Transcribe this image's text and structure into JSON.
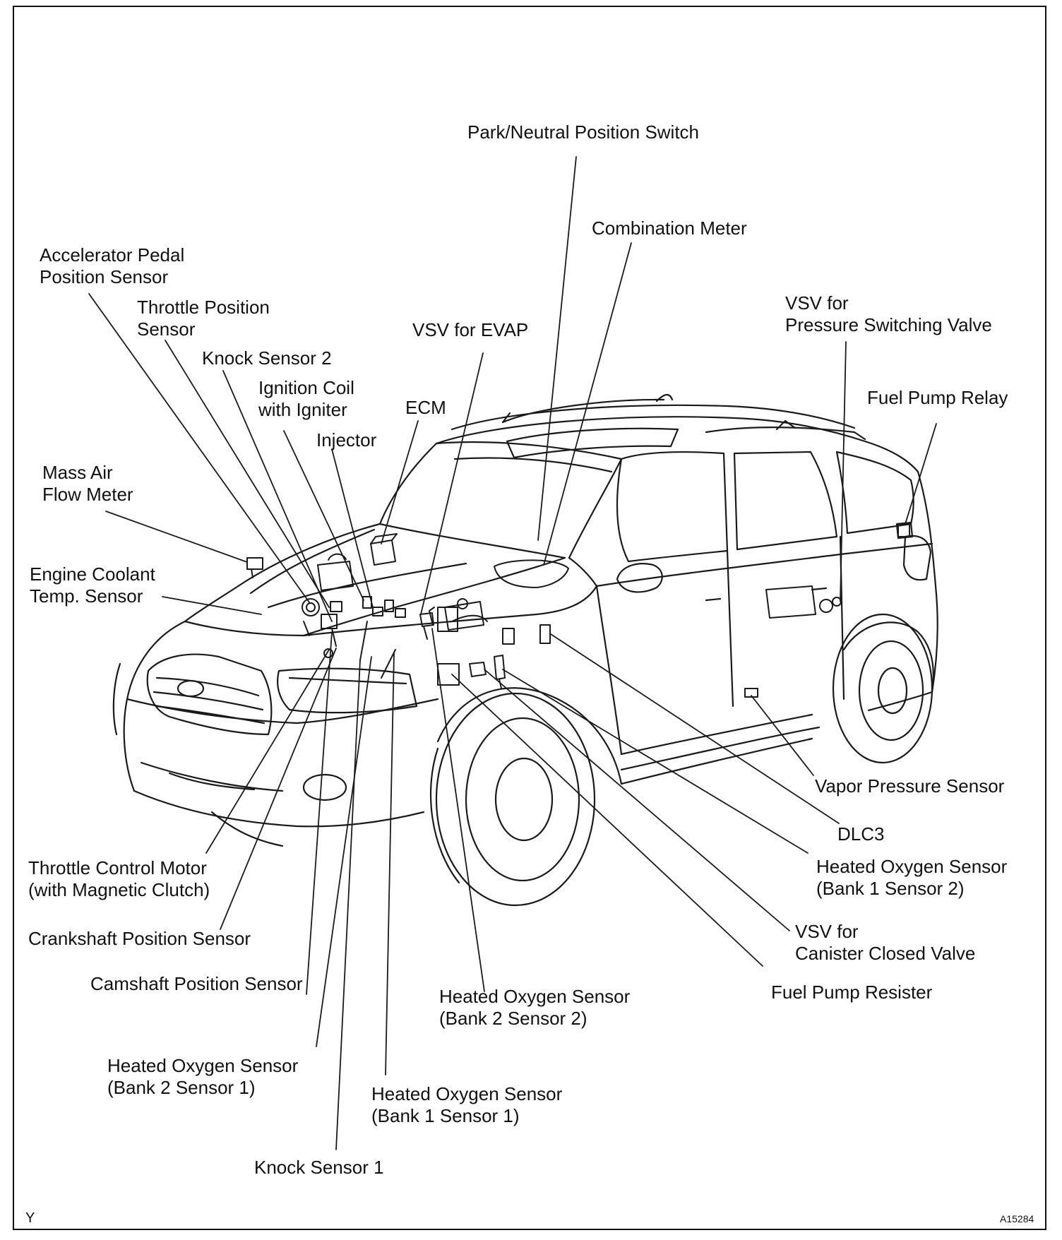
{
  "labels": {
    "park_neutral": [
      "Park/Neutral Position Switch"
    ],
    "combination_meter": [
      "Combination Meter"
    ],
    "accelerator_pedal": [
      "Accelerator Pedal",
      "Position Sensor"
    ],
    "throttle_position": [
      "Throttle Position",
      "Sensor"
    ],
    "knock_sensor_2": [
      "Knock Sensor 2"
    ],
    "ignition_coil": [
      "Ignition Coil",
      "with Igniter"
    ],
    "injector": [
      "Injector"
    ],
    "ecm": [
      "ECM"
    ],
    "vsv_evap": [
      "VSV for EVAP"
    ],
    "vsv_pressure": [
      "VSV for",
      "Pressure Switching Valve"
    ],
    "fuel_pump_relay": [
      "Fuel Pump Relay"
    ],
    "mass_air_flow": [
      "Mass Air",
      "Flow Meter"
    ],
    "engine_coolant": [
      "Engine Coolant",
      "Temp. Sensor"
    ],
    "vapor_pressure": [
      "Vapor Pressure Sensor"
    ],
    "dlc3": [
      "DLC3"
    ],
    "ho2_b1s2": [
      "Heated Oxygen Sensor",
      "(Bank 1 Sensor 2)"
    ],
    "throttle_motor": [
      "Throttle Control Motor",
      "(with Magnetic Clutch)"
    ],
    "crankshaft": [
      "Crankshaft Position Sensor"
    ],
    "vsv_canister": [
      "VSV for",
      "Canister Closed Valve"
    ],
    "camshaft": [
      "Camshaft Position Sensor"
    ],
    "fuel_pump_resister": [
      "Fuel Pump Resister"
    ],
    "ho2_b2s2": [
      "Heated Oxygen Sensor",
      "(Bank 2 Sensor 2)"
    ],
    "ho2_b2s1": [
      "Heated Oxygen Sensor",
      "(Bank 2 Sensor 1)"
    ],
    "ho2_b1s1": [
      "Heated Oxygen Sensor",
      "(Bank 1 Sensor 1)"
    ],
    "knock_sensor_1": [
      "Knock Sensor 1"
    ]
  },
  "corner_left": "Y",
  "figure_code": "A15284"
}
